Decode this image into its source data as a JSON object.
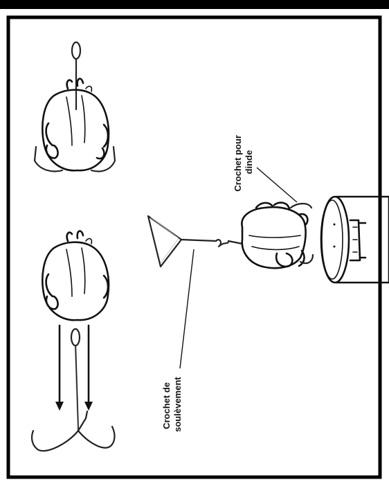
{
  "labels": {
    "turkey_hook": [
      "Crochet pour",
      "dinde"
    ],
    "lifting_hook": [
      "Crochet de",
      "soulèvement"
    ]
  },
  "colors": {
    "ink": "#111111",
    "background": "#ffffff",
    "hook_metal": "#222222"
  },
  "icons": [
    "turkey-on-hook-icon",
    "arrow-icon",
    "lifting-hook-icon",
    "fryer-pot-icon",
    "burner-icon"
  ]
}
